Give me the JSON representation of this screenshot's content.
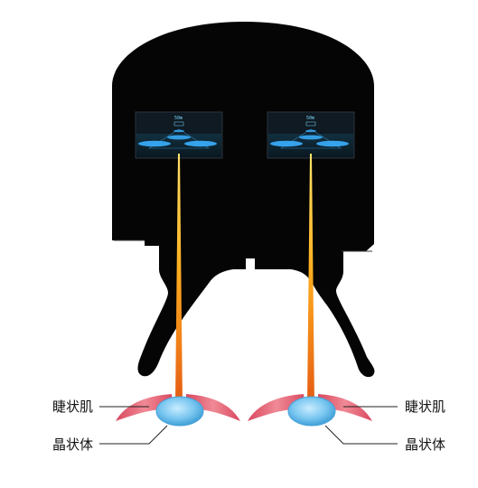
{
  "labels": {
    "left_ciliary_muscle": "睫状肌",
    "left_lens": "晶状体",
    "right_ciliary_muscle": "睫状肌",
    "right_lens": "晶状体"
  },
  "screens": {
    "left_readout": "50m",
    "right_readout": "50m"
  },
  "colors": {
    "headset": "#050505",
    "screen_bg": "#0f1a22",
    "screen_accent": "#3ab0ff",
    "beam_top": "#ffd84a",
    "beam_bottom": "#e0641a",
    "muscle": "#e06a78",
    "lens": "#7cc9f2",
    "label_text": "#111111"
  },
  "icons": {
    "screen_graphic": "road-with-distance-marker-icon",
    "muscle_shape": "ciliary-muscle-icon",
    "lens_shape": "eye-lens-icon"
  }
}
